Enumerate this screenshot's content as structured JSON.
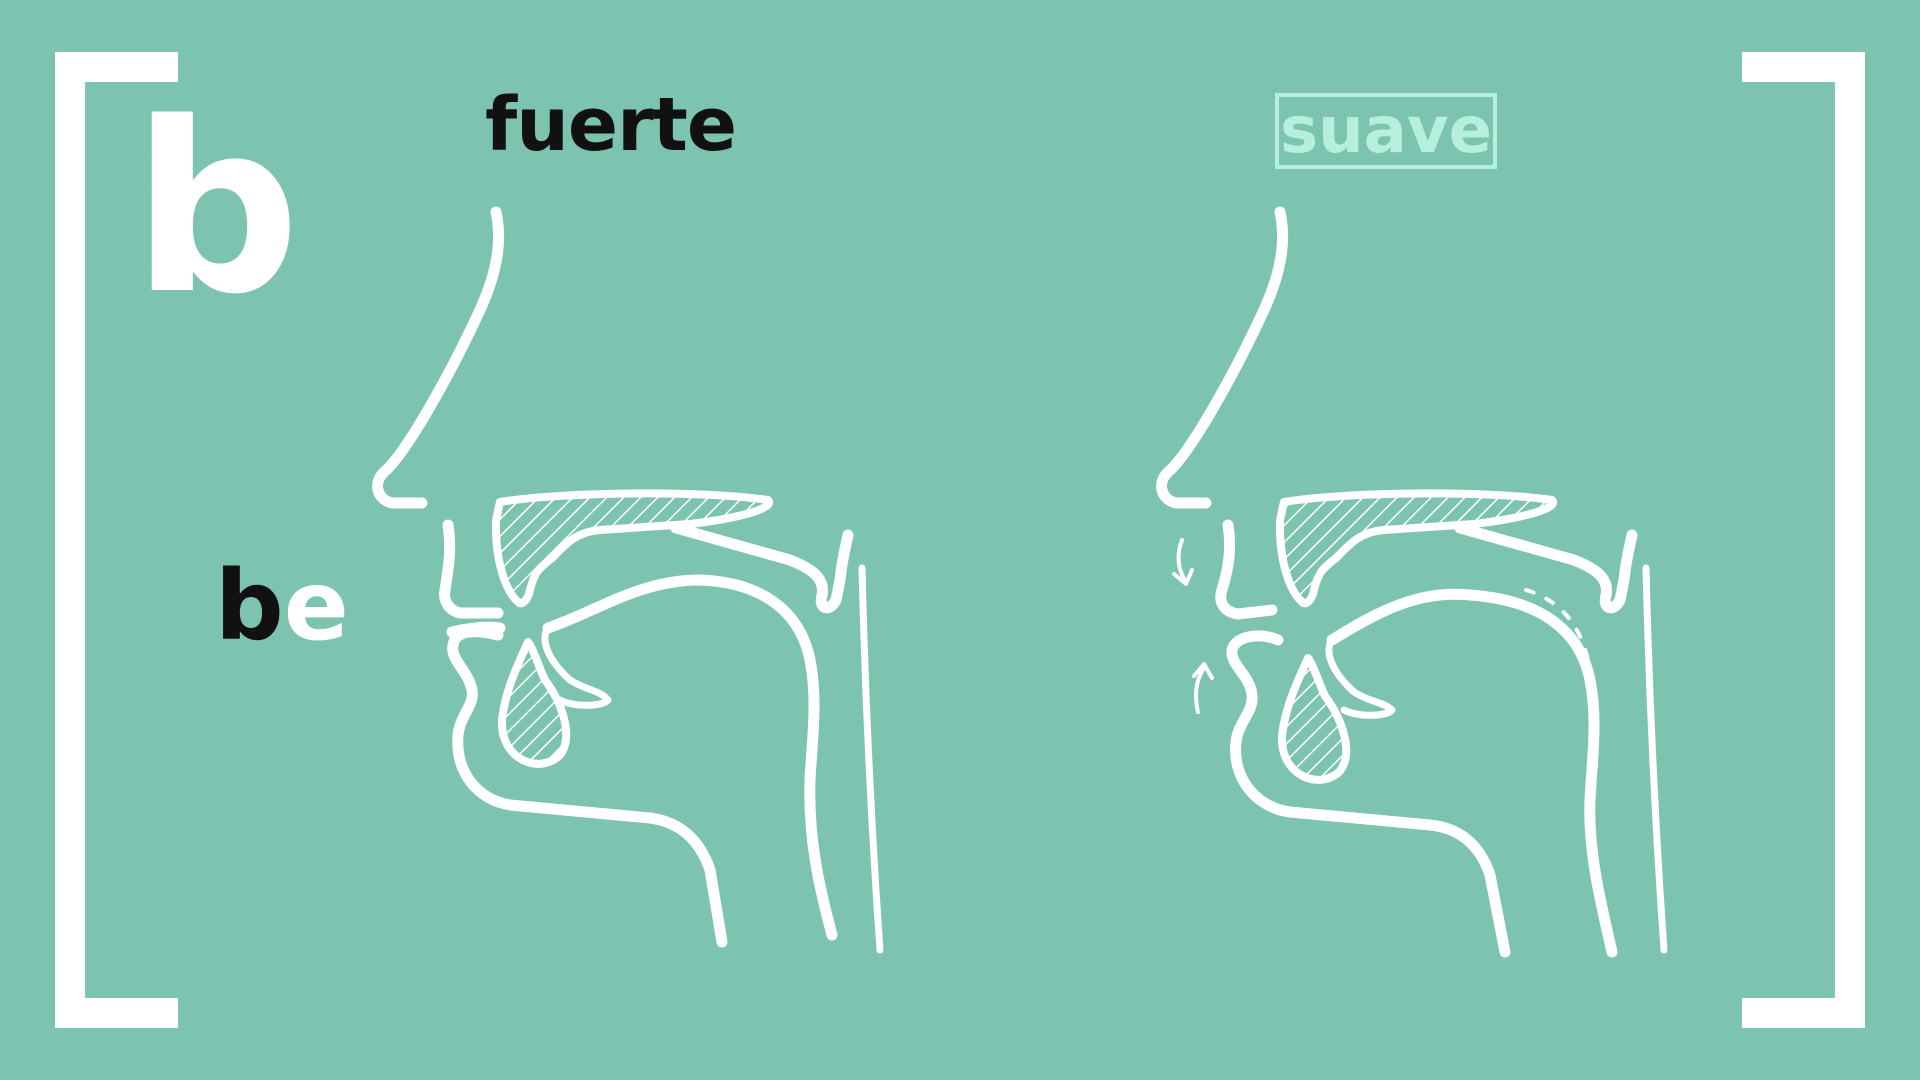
{
  "letter": "b",
  "syllable": {
    "consonant": "b",
    "vowel": "e"
  },
  "labels": {
    "strong": "fuerte",
    "soft": "suave"
  },
  "colors": {
    "background": "#7cc3b0",
    "line": "#ffffff",
    "label_dark": "#111111",
    "label_soft": "#b6f0dc"
  },
  "icons": [
    "sagittal-section-closed-lips",
    "sagittal-section-approximant-lips",
    "airflow-dashed-line",
    "lip-movement-arrows"
  ]
}
